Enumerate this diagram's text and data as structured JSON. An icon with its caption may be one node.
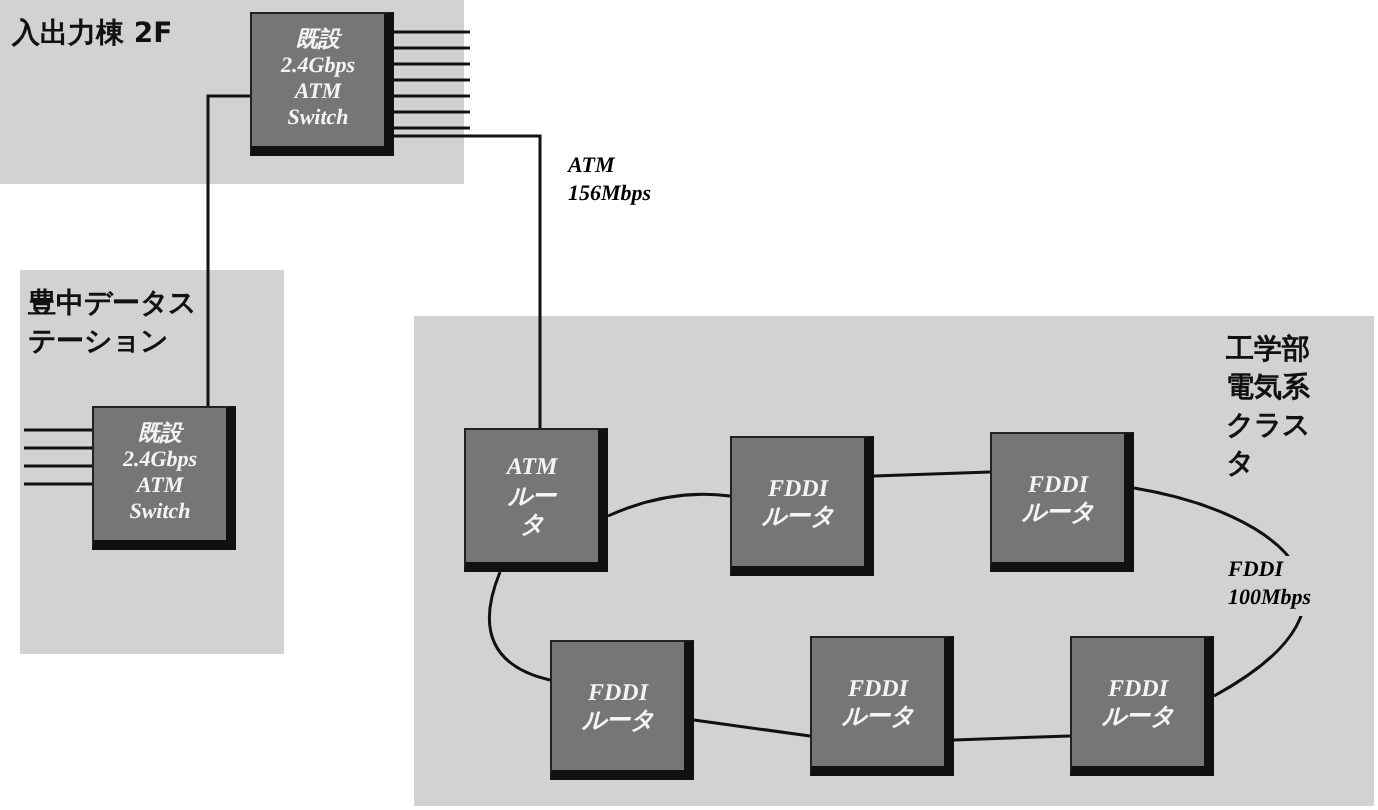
{
  "diagram": {
    "nodes": [
      {
        "text": [
          "入出力棟 2F"
        ]
      },
      {
        "text": [
          "既設 2.4Gbps ATM Switch"
        ],
        "in": 0
      },
      {
        "text": [
          "豊中データステーション"
        ]
      },
      {
        "text": [
          "既設 2.4Gbps ATM Switch"
        ],
        "in": 2
      },
      {
        "text": [
          "工学部電気系クラスタ"
        ]
      },
      {
        "text": [
          "ATM ルータ"
        ],
        "in": 4
      },
      {
        "text": [
          "FDDI ルータ"
        ],
        "in": 4
      },
      {
        "text": [
          "FDDI ルータ"
        ],
        "in": 4
      },
      {
        "text": [
          "FDDI ルータ"
        ],
        "in": 4
      },
      {
        "text": [
          "FDDI ルータ"
        ],
        "in": 4
      },
      {
        "text": [
          "FDDI ルータ"
        ],
        "in": 4
      }
    ],
    "edges": [
      {
        "from": 1,
        "to": 3,
        "arrow": "none"
      },
      {
        "from": 1,
        "to": 5,
        "arrow": "none",
        "label": "ATM 156Mbps"
      },
      {
        "from": 5,
        "to": 6,
        "arrow": "none"
      },
      {
        "from": 6,
        "to": 7,
        "arrow": "none"
      },
      {
        "from": 7,
        "to": 10,
        "arrow": "none",
        "label": "FDDI 100Mbps"
      },
      {
        "from": 10,
        "to": 9,
        "arrow": "none"
      },
      {
        "from": 9,
        "to": 8,
        "arrow": "none"
      },
      {
        "from": 8,
        "to": 5,
        "arrow": "none"
      },
      {
        "from": 1,
        "to": null,
        "arrow": "none"
      },
      {
        "from": 1,
        "to": null,
        "arrow": "none"
      },
      {
        "from": 1,
        "to": null,
        "arrow": "none"
      },
      {
        "from": 1,
        "to": null,
        "arrow": "none"
      },
      {
        "from": 1,
        "to": null,
        "arrow": "none"
      },
      {
        "from": 1,
        "to": null,
        "arrow": "none"
      },
      {
        "from": 1,
        "to": null,
        "arrow": "none"
      },
      {
        "from": 3,
        "to": null,
        "arrow": "none"
      },
      {
        "from": 3,
        "to": null,
        "arrow": "none"
      },
      {
        "from": 3,
        "to": null,
        "arrow": "none"
      },
      {
        "from": 3,
        "to": null,
        "arrow": "none"
      }
    ]
  }
}
